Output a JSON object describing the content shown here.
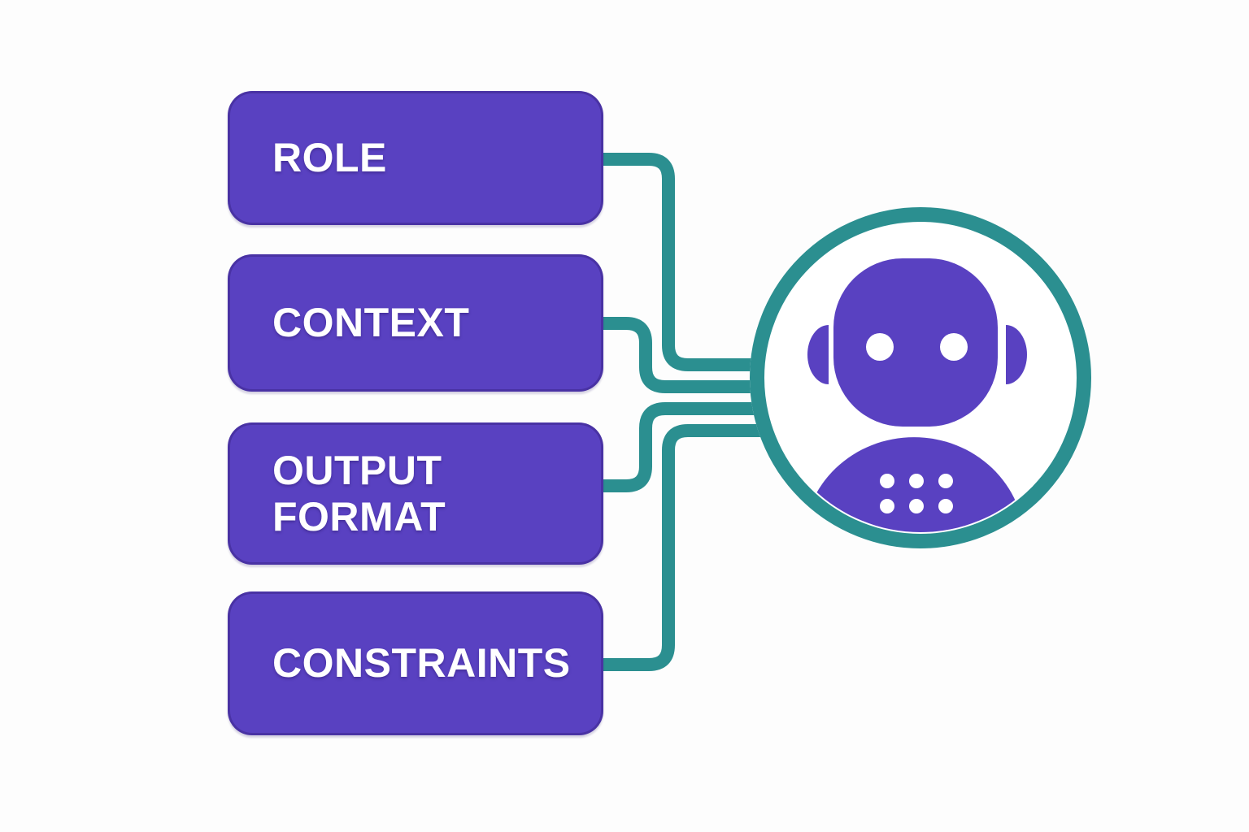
{
  "diagram": {
    "description": "Prompt components wired into an AI robot",
    "boxes": [
      {
        "id": "role",
        "label": "ROLE"
      },
      {
        "id": "context",
        "label": "CONTEXT"
      },
      {
        "id": "output-format",
        "label": "OUTPUT FORMAT"
      },
      {
        "id": "constraints",
        "label": "CONSTRAINTS"
      }
    ],
    "node": {
      "icon": "robot-icon",
      "shape": "circle-outline"
    }
  },
  "colors": {
    "box-purple": "#5941C1",
    "wire-teal": "#2B8F90",
    "label-text": "#FFFFFF",
    "canvas-bg": "#FDFDFD"
  }
}
